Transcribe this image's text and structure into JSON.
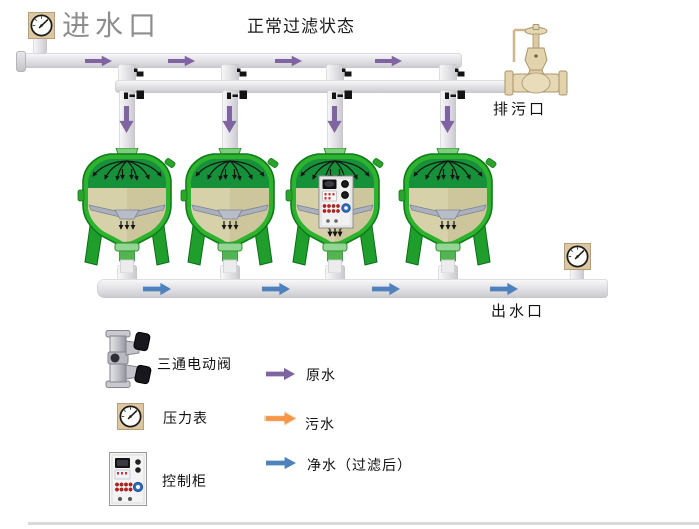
{
  "diagram": {
    "inlet_title": "进水口",
    "state_title": "正常过滤状态",
    "drain_label": "排污口",
    "outlet_label": "出水口",
    "tank_count": 4
  },
  "legend": {
    "equipment": [
      {
        "icon": "three-way-electric-valve-icon",
        "label": "三通电动阀"
      },
      {
        "icon": "pressure-gauge-icon",
        "label": "压力表"
      },
      {
        "icon": "control-cabinet-icon",
        "label": "控制柜"
      }
    ],
    "flows": [
      {
        "icon": "raw-water-arrow-icon",
        "label": "原水",
        "color": "#8064a2"
      },
      {
        "icon": "waste-water-arrow-icon",
        "label": "污水",
        "color": "#f79646"
      },
      {
        "icon": "clean-water-arrow-icon",
        "label": "净水（过滤后）",
        "color": "#4f81bd"
      }
    ]
  },
  "colors": {
    "raw_water": "#8064a2",
    "waste_water": "#f79646",
    "clean_water": "#4f81bd",
    "tank_green": "#2db32d",
    "sand_media": "#cdc69d",
    "pipe_gray": "#e2e2e6",
    "valve_beige": "#e6d8b4"
  }
}
